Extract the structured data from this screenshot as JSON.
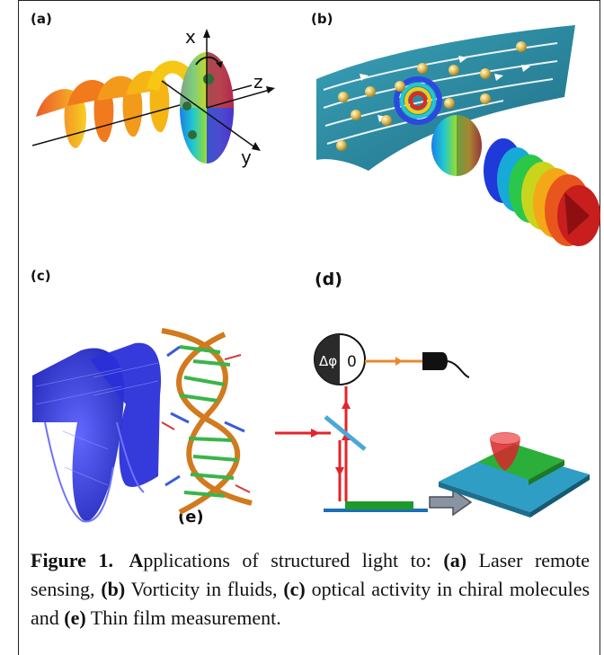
{
  "panels": {
    "a": "(a)",
    "b": "(b)",
    "c": "(c)",
    "d": "(d)",
    "e": "(e)"
  },
  "axes": {
    "x": "x",
    "y": "y",
    "z": "z"
  },
  "detector_symbol": {
    "phase": "Δφ",
    "zero": "0"
  },
  "caption": {
    "lead": "Figure 1.",
    "a_letter": "A",
    "intro": "pplications of structured light to:",
    "a_label": "(a)",
    "a_text": "Laser remote sensing,",
    "b_label": "(b)",
    "b_text": "Vorticity in fluids,",
    "c_label": "(c)",
    "c_text": "optical activity in chiral molecules and",
    "e_label": "(e)",
    "e_text": "Thin film measurement."
  },
  "colors": {
    "helix_blue": "#2a2fd8",
    "beam_red": "#e2242a",
    "film_green": "#1f9a2a",
    "fluid_teal": "#2f8fa6",
    "detector_orange": "#e88a2a"
  }
}
